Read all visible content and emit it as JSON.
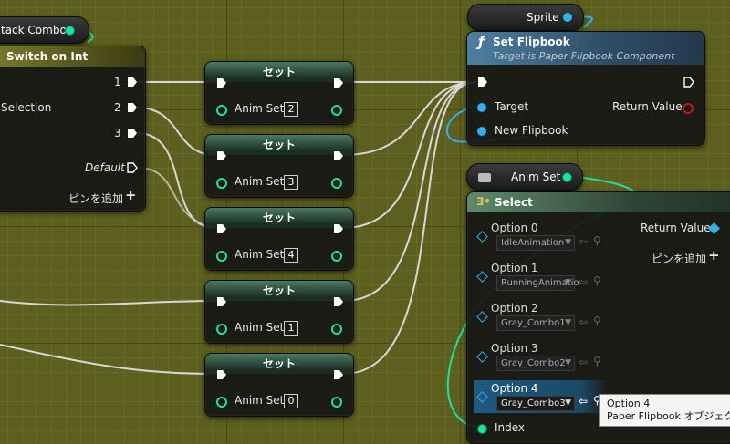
{
  "top_pill": {
    "label": "tack Combo"
  },
  "switch_node": {
    "title": "Switch on Int",
    "selection_label": "Selection",
    "outputs": [
      "1",
      "2",
      "3"
    ],
    "default_label": "Default",
    "add_pin_label": "ピンを追加"
  },
  "set_nodes": [
    {
      "title": "セット",
      "var_label": "Anim Set",
      "value": "2"
    },
    {
      "title": "セット",
      "var_label": "Anim Set",
      "value": "3"
    },
    {
      "title": "セット",
      "var_label": "Anim Set",
      "value": "4"
    },
    {
      "title": "セット",
      "var_label": "Anim Set",
      "value": "1"
    },
    {
      "title": "セット",
      "var_label": "Anim Set",
      "value": "0"
    }
  ],
  "sprite_pill": {
    "label": "Sprite"
  },
  "set_flipbook": {
    "icon": "ƒ",
    "title": "Set Flipbook",
    "subtitle": "Target is Paper Flipbook Component",
    "target_label": "Target",
    "new_flipbook_label": "New Flipbook",
    "return_label": "Return Value"
  },
  "animset_pill": {
    "label": "Anim Set"
  },
  "select_node": {
    "title": "Select",
    "return_label": "Return Value",
    "add_pin_label": "ピンを追加",
    "options": [
      {
        "label": "Option 0",
        "value": "IdleAnimation"
      },
      {
        "label": "Option 1",
        "value": "RunningAnimatio"
      },
      {
        "label": "Option 2",
        "value": "Gray_Combo1"
      },
      {
        "label": "Option 3",
        "value": "Gray_Combo2"
      },
      {
        "label": "Option 4",
        "value": "Gray_Combo3"
      }
    ],
    "index_label": "Index"
  },
  "tooltip": {
    "line1": "Option 4",
    "line2": "Paper Flipbook オブジェクト"
  },
  "colors": {
    "grid_bg": "#5d5f1e",
    "data_pin": "#19e3a0",
    "object_pin": "#2fb0f0",
    "highlight": "#1f5a80"
  }
}
